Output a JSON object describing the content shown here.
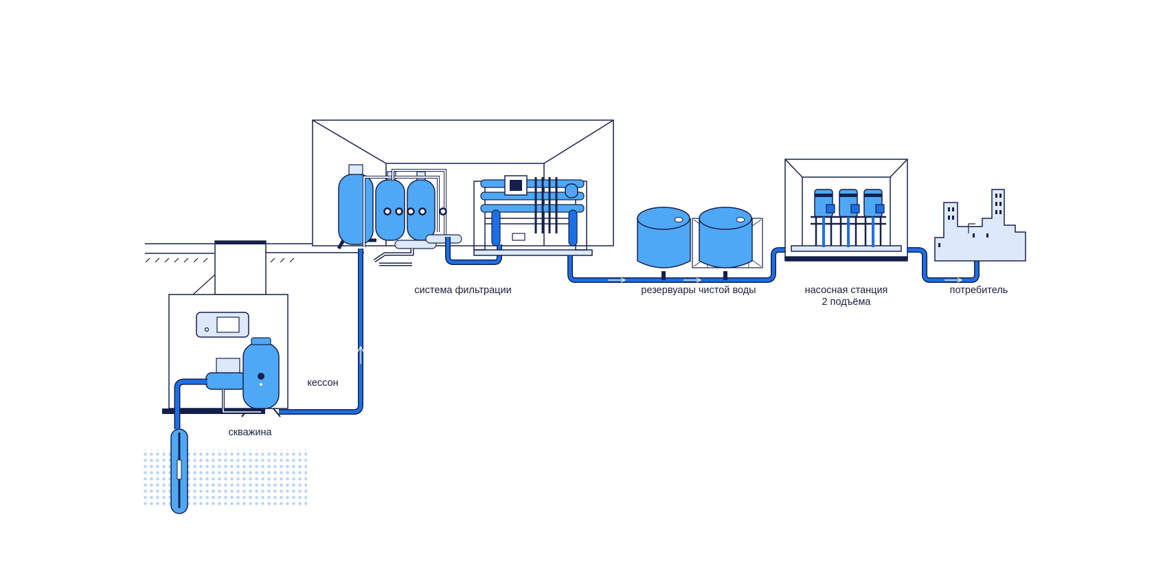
{
  "labels": {
    "filtration": "система фильтрации",
    "reservoirs": "резервуары чистой воды",
    "pump_station_line1": "насосная станция",
    "pump_station_line2": "2 подъёма",
    "consumer": "потребитель",
    "caisson": "кессон",
    "well": "скважина"
  },
  "colors": {
    "outline": "#15204a",
    "pipe": "#1d6fe6",
    "tank": "#4fa8f5",
    "light_fill": "#dde9f8",
    "ground_dots": "#b9d3f7"
  },
  "icons": [
    "well-icon",
    "caisson-icon",
    "filter-icon",
    "reservoir-icon",
    "pump-icon",
    "city-icon"
  ]
}
